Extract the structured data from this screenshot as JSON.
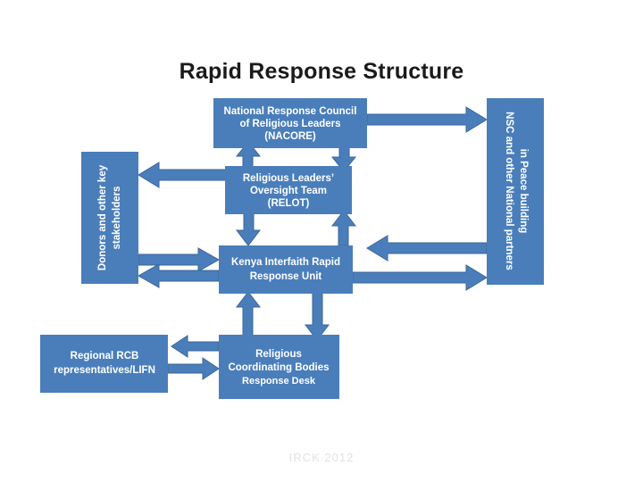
{
  "slide": {
    "title": "Rapid Response Structure",
    "footer": "IRCK 2012",
    "background_color": "#ffffff",
    "accent_color": "#4a7ebb",
    "node_text_color": "#ffffff",
    "title_color": "#1a1a1a",
    "footer_color": "#e2e2e2"
  },
  "nodes": {
    "nacore": {
      "lines": [
        "National Response Council",
        "of Religious Leaders",
        "(NACORE)"
      ],
      "line1": "National Response Council",
      "line2": "of Religious Leaders",
      "line3": "(NACORE)"
    },
    "relot": {
      "lines": [
        "Religious Leaders’",
        "Oversight Team",
        "(RELOT)"
      ],
      "line1": "Religious Leaders’",
      "line2": "Oversight Team",
      "line3": "(RELOT)"
    },
    "kirru": {
      "lines": [
        "Kenya Interfaith Rapid",
        "Response Unit"
      ],
      "line1": "Kenya Interfaith Rapid",
      "line2": "Response Unit"
    },
    "donors": {
      "lines": [
        "Donors and other key",
        "stakeholders"
      ],
      "line1": "Donors and other key",
      "line2": "stakeholders",
      "orientation": "vertical-up"
    },
    "nsc": {
      "lines": [
        "NSC and other National partners",
        "in Peace building"
      ],
      "line1": "NSC and other National partners",
      "line2": "in Peace building",
      "orientation": "vertical-down"
    },
    "regional_rcb": {
      "lines": [
        "Regional RCB",
        "representatives/LIFN"
      ],
      "line1": "Regional RCB",
      "line2": "representatives/LIFN"
    },
    "rcb_desk": {
      "lines": [
        "Religious",
        "Coordinating Bodies",
        "Response Desk"
      ],
      "line1": "Religious",
      "line2": "Coordinating Bodies",
      "line3": "Response Desk"
    }
  },
  "connections": [
    {
      "id": "nacore-to-nsc",
      "from": "nacore",
      "to": "nsc",
      "direction": "right"
    },
    {
      "id": "nacore-to-relot",
      "from": "nacore",
      "to": "relot",
      "direction": "down"
    },
    {
      "id": "relot-to-nacore",
      "from": "relot",
      "to": "nacore",
      "direction": "up"
    },
    {
      "id": "relot-to-donors",
      "from": "relot",
      "to": "donors",
      "direction": "left"
    },
    {
      "id": "relot-to-kirru",
      "from": "relot",
      "to": "kirru",
      "direction": "down"
    },
    {
      "id": "kirru-to-relot",
      "from": "kirru",
      "to": "relot",
      "direction": "up"
    },
    {
      "id": "donors-to-kirru",
      "from": "donors",
      "to": "kirru",
      "direction": "right"
    },
    {
      "id": "kirru-to-donors",
      "from": "kirru",
      "to": "donors",
      "direction": "left"
    },
    {
      "id": "nsc-to-kirru",
      "from": "nsc",
      "to": "kirru",
      "direction": "left"
    },
    {
      "id": "kirru-to-nsc",
      "from": "kirru",
      "to": "nsc",
      "direction": "right"
    },
    {
      "id": "rcbdesk-to-kirru",
      "from": "rcb_desk",
      "to": "kirru",
      "direction": "up"
    },
    {
      "id": "kirru-to-rcbdesk",
      "from": "kirru",
      "to": "rcb_desk",
      "direction": "down"
    },
    {
      "id": "rcbdesk-to-regional",
      "from": "rcb_desk",
      "to": "regional_rcb",
      "direction": "left"
    },
    {
      "id": "regional-to-rcbdesk",
      "from": "regional_rcb",
      "to": "rcb_desk",
      "direction": "right"
    }
  ]
}
